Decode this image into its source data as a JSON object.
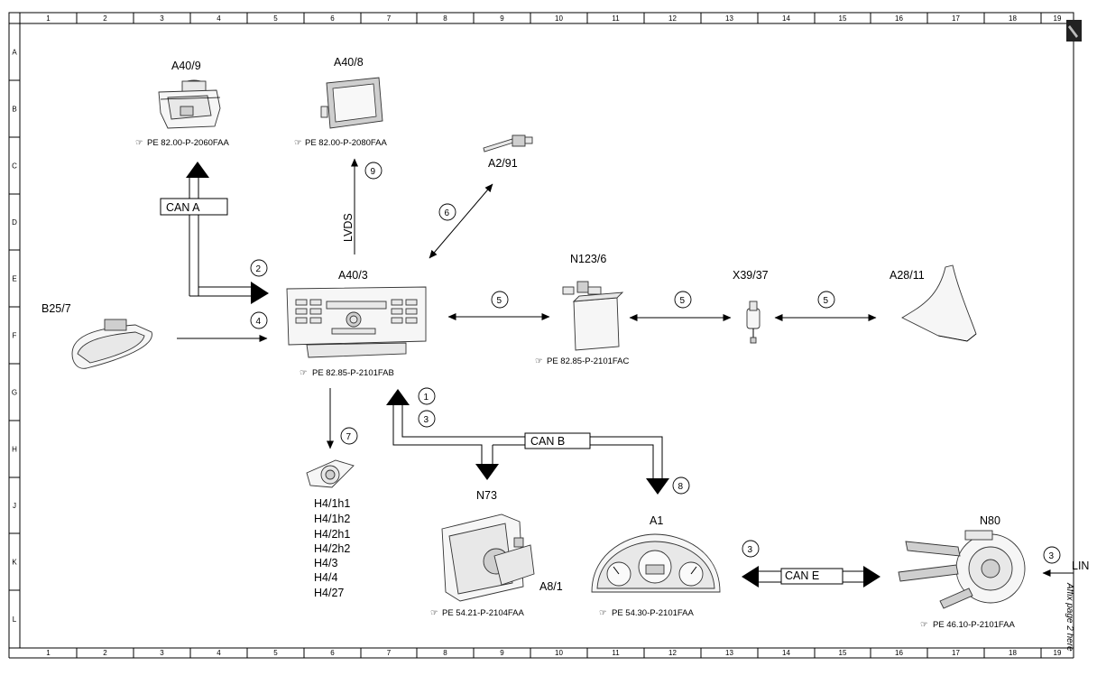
{
  "grid": {
    "columns": [
      "1",
      "2",
      "3",
      "4",
      "5",
      "6",
      "7",
      "8",
      "9",
      "10",
      "11",
      "12",
      "13",
      "14",
      "15",
      "16",
      "17",
      "18",
      "19"
    ],
    "rows": [
      "A",
      "B",
      "C",
      "D",
      "E",
      "F",
      "G",
      "H",
      "J",
      "K",
      "L"
    ]
  },
  "components": {
    "a40_9": {
      "label": "A40/9",
      "ref": "PE 82.00-P-2060FAA"
    },
    "a40_8": {
      "label": "A40/8",
      "ref": "PE 82.00-P-2080FAA"
    },
    "a2_91": {
      "label": "A2/91"
    },
    "a40_3": {
      "label": "A40/3",
      "ref": "PE 82.85-P-2101FAB"
    },
    "n123_6": {
      "label": "N123/6",
      "ref": "PE 82.85-P-2101FAC"
    },
    "x39_37": {
      "label": "X39/37"
    },
    "a28_11": {
      "label": "A28/11"
    },
    "b25_7": {
      "label": "B25/7"
    },
    "h4": {
      "labels": [
        "H4/1h1",
        "H4/1h2",
        "H4/2h1",
        "H4/2h2",
        "H4/3",
        "H4/4",
        "H4/27"
      ]
    },
    "n73": {
      "label": "N73",
      "ref": "PE 54.21-P-2104FAA"
    },
    "a8_1": {
      "label": "A8/1"
    },
    "a1": {
      "label": "A1",
      "ref": "PE 54.30-P-2101FAA"
    },
    "n80": {
      "label": "N80",
      "ref": "PE 46.10-P-2101FAA"
    }
  },
  "buses": {
    "can_a": "CAN A",
    "can_b": "CAN B",
    "can_e": "CAN E",
    "lvds": "LVDS",
    "lin": "LIN"
  },
  "signals": {
    "s1": "1",
    "s2": "2",
    "s3a": "3",
    "s3b": "3",
    "s3c": "3",
    "s4": "4",
    "s5a": "5",
    "s5b": "5",
    "s5c": "5",
    "s6": "6",
    "s7": "7",
    "s8": "8",
    "s9": "9"
  },
  "margin_note": "Affix page 2 here"
}
